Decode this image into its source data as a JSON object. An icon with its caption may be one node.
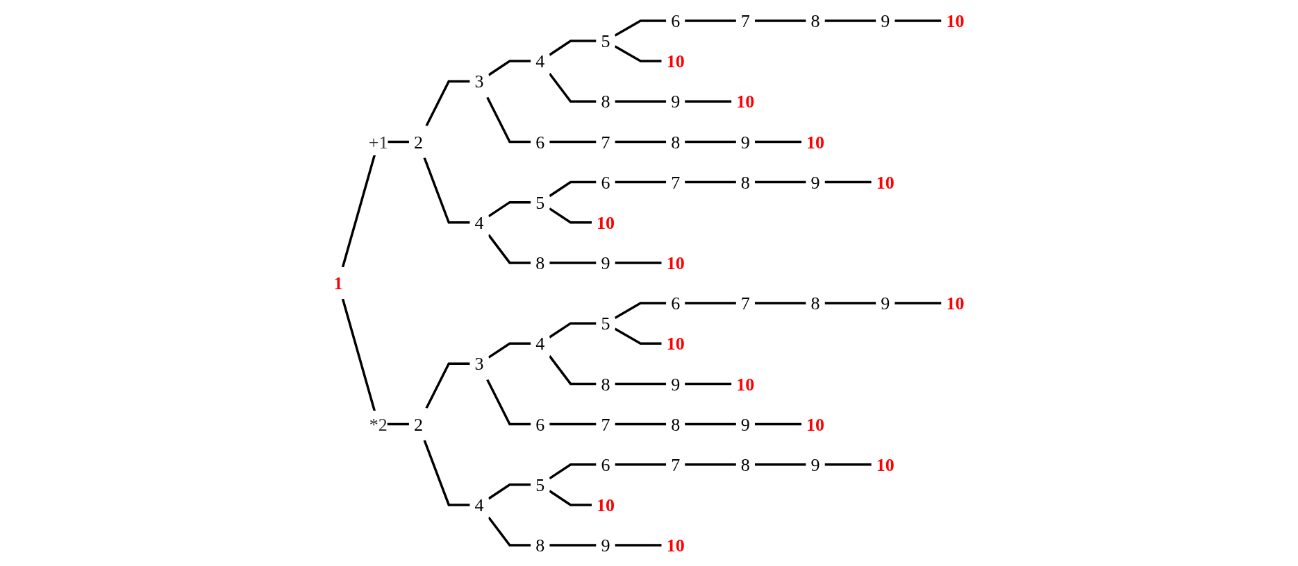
{
  "diagram": {
    "nodes": [
      {
        "text": [
          "10"
        ]
      },
      {
        "text": [
          "9"
        ]
      },
      {
        "text": [
          "8"
        ]
      },
      {
        "text": [
          "7"
        ]
      },
      {
        "text": [
          "6"
        ]
      },
      {
        "text": [
          "5"
        ]
      },
      {
        "text": [
          "4"
        ]
      },
      {
        "text": [
          "3"
        ]
      },
      {
        "text": [
          "2"
        ]
      },
      {
        "text": [
          "1"
        ]
      },
      {
        "text": [
          "2"
        ]
      },
      {
        "text": [
          "3"
        ]
      },
      {
        "text": [
          "4"
        ]
      },
      {
        "text": [
          "5"
        ]
      },
      {
        "text": [
          "6"
        ]
      },
      {
        "text": [
          "7"
        ]
      },
      {
        "text": [
          "8"
        ]
      },
      {
        "text": [
          "9"
        ]
      },
      {
        "text": [
          "10"
        ]
      },
      {
        "text": [
          "10"
        ]
      },
      {
        "text": [
          "10"
        ]
      },
      {
        "text": [
          "10"
        ]
      },
      {
        "text": [
          "9"
        ]
      },
      {
        "text": [
          "8"
        ]
      },
      {
        "text": [
          "8"
        ]
      },
      {
        "text": [
          "9"
        ]
      },
      {
        "text": [
          "10"
        ]
      },
      {
        "text": [
          "10"
        ]
      },
      {
        "text": [
          "9"
        ]
      },
      {
        "text": [
          "8"
        ]
      },
      {
        "text": [
          "7"
        ]
      },
      {
        "text": [
          "6"
        ]
      },
      {
        "text": [
          "6"
        ]
      },
      {
        "text": [
          "7"
        ]
      },
      {
        "text": [
          "8"
        ]
      },
      {
        "text": [
          "9"
        ]
      },
      {
        "text": [
          "10"
        ]
      },
      {
        "text": [
          "10"
        ]
      },
      {
        "text": [
          "9"
        ]
      },
      {
        "text": [
          "8"
        ]
      },
      {
        "text": [
          "7"
        ]
      },
      {
        "text": [
          "6"
        ]
      },
      {
        "text": [
          "5"
        ]
      },
      {
        "text": [
          "4"
        ]
      },
      {
        "text": [
          "4"
        ]
      },
      {
        "text": [
          "5"
        ]
      },
      {
        "text": [
          "6"
        ]
      },
      {
        "text": [
          "7"
        ]
      },
      {
        "text": [
          "8"
        ]
      },
      {
        "text": [
          "9"
        ]
      },
      {
        "text": [
          "10"
        ]
      },
      {
        "text": [
          "10"
        ]
      },
      {
        "text": [
          "10"
        ]
      },
      {
        "text": [
          "10"
        ]
      },
      {
        "text": [
          "9"
        ]
      },
      {
        "text": [
          "8"
        ]
      },
      {
        "text": [
          "8"
        ]
      },
      {
        "text": [
          "9"
        ]
      },
      {
        "text": [
          "10"
        ]
      }
    ],
    "edges": [
      {
        "from": 9,
        "to": 8,
        "arrow": "none",
        "label": "+1"
      },
      {
        "from": 9,
        "to": 10,
        "arrow": "none",
        "label": "*2"
      },
      {
        "from": 8,
        "to": 7,
        "arrow": "none"
      },
      {
        "from": 7,
        "to": 6,
        "arrow": "none"
      },
      {
        "from": 6,
        "to": 5,
        "arrow": "none"
      },
      {
        "from": 5,
        "to": 4,
        "arrow": "none"
      },
      {
        "from": 4,
        "to": 3,
        "arrow": "none"
      },
      {
        "from": 3,
        "to": 2,
        "arrow": "none"
      },
      {
        "from": 2,
        "to": 1,
        "arrow": "none"
      },
      {
        "from": 1,
        "to": 0,
        "arrow": "none"
      },
      {
        "from": 10,
        "to": 11,
        "arrow": "none"
      },
      {
        "from": 11,
        "to": 12,
        "arrow": "none"
      },
      {
        "from": 12,
        "to": 13,
        "arrow": "none"
      },
      {
        "from": 13,
        "to": 14,
        "arrow": "none"
      },
      {
        "from": 14,
        "to": 15,
        "arrow": "none"
      },
      {
        "from": 15,
        "to": 16,
        "arrow": "none"
      },
      {
        "from": 16,
        "to": 17,
        "arrow": "none"
      },
      {
        "from": 17,
        "to": 18,
        "arrow": "none"
      },
      {
        "from": 5,
        "to": 19,
        "arrow": "none"
      },
      {
        "from": 13,
        "to": 20,
        "arrow": "none"
      },
      {
        "from": 6,
        "to": 23,
        "arrow": "none"
      },
      {
        "from": 23,
        "to": 22,
        "arrow": "none"
      },
      {
        "from": 22,
        "to": 21,
        "arrow": "none"
      },
      {
        "from": 12,
        "to": 24,
        "arrow": "none"
      },
      {
        "from": 24,
        "to": 25,
        "arrow": "none"
      },
      {
        "from": 25,
        "to": 26,
        "arrow": "none"
      },
      {
        "from": 7,
        "to": 31,
        "arrow": "none"
      },
      {
        "from": 31,
        "to": 30,
        "arrow": "none"
      },
      {
        "from": 30,
        "to": 29,
        "arrow": "none"
      },
      {
        "from": 29,
        "to": 28,
        "arrow": "none"
      },
      {
        "from": 28,
        "to": 27,
        "arrow": "none"
      },
      {
        "from": 11,
        "to": 32,
        "arrow": "none"
      },
      {
        "from": 32,
        "to": 33,
        "arrow": "none"
      },
      {
        "from": 33,
        "to": 34,
        "arrow": "none"
      },
      {
        "from": 34,
        "to": 35,
        "arrow": "none"
      },
      {
        "from": 35,
        "to": 36,
        "arrow": "none"
      },
      {
        "from": 8,
        "to": 43,
        "arrow": "none"
      },
      {
        "from": 43,
        "to": 42,
        "arrow": "none"
      },
      {
        "from": 42,
        "to": 41,
        "arrow": "none"
      },
      {
        "from": 41,
        "to": 40,
        "arrow": "none"
      },
      {
        "from": 40,
        "to": 39,
        "arrow": "none"
      },
      {
        "from": 39,
        "to": 38,
        "arrow": "none"
      },
      {
        "from": 38,
        "to": 37,
        "arrow": "none"
      },
      {
        "from": 10,
        "to": 44,
        "arrow": "none"
      },
      {
        "from": 44,
        "to": 45,
        "arrow": "none"
      },
      {
        "from": 45,
        "to": 46,
        "arrow": "none"
      },
      {
        "from": 46,
        "to": 47,
        "arrow": "none"
      },
      {
        "from": 47,
        "to": 48,
        "arrow": "none"
      },
      {
        "from": 48,
        "to": 49,
        "arrow": "none"
      },
      {
        "from": 49,
        "to": 50,
        "arrow": "none"
      },
      {
        "from": 42,
        "to": 51,
        "arrow": "none"
      },
      {
        "from": 45,
        "to": 52,
        "arrow": "none"
      },
      {
        "from": 43,
        "to": 55,
        "arrow": "none"
      },
      {
        "from": 55,
        "to": 54,
        "arrow": "none"
      },
      {
        "from": 54,
        "to": 53,
        "arrow": "none"
      },
      {
        "from": 44,
        "to": 56,
        "arrow": "none"
      },
      {
        "from": 56,
        "to": 57,
        "arrow": "none"
      },
      {
        "from": 57,
        "to": 58,
        "arrow": "none"
      }
    ]
  }
}
